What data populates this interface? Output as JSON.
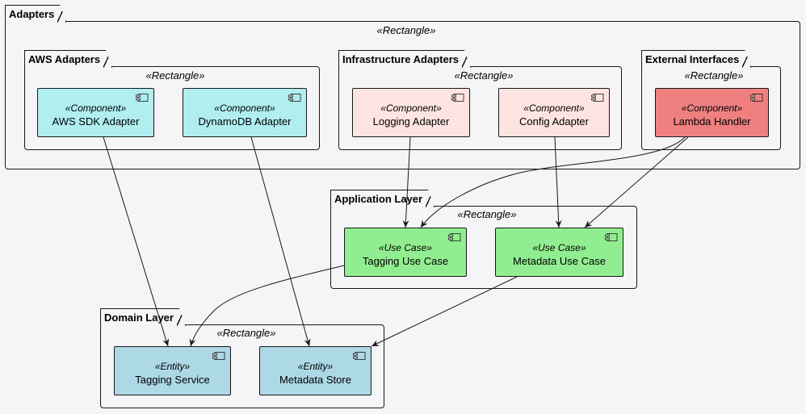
{
  "packages": {
    "adapters": {
      "title": "Adapters",
      "stereotype": "«Rectangle»"
    },
    "aws": {
      "title": "AWS Adapters",
      "stereotype": "«Rectangle»"
    },
    "infra": {
      "title": "Infrastructure Adapters",
      "stereotype": "«Rectangle»"
    },
    "external": {
      "title": "External Interfaces",
      "stereotype": "«Rectangle»"
    },
    "application": {
      "title": "Application Layer",
      "stereotype": "«Rectangle»"
    },
    "domain": {
      "title": "Domain Layer",
      "stereotype": "«Rectangle»"
    }
  },
  "nodes": {
    "aws_sdk": {
      "stereotype": "«Component»",
      "name": "AWS SDK Adapter",
      "fill": "#b0eef0"
    },
    "dynamodb": {
      "stereotype": "«Component»",
      "name": "DynamoDB Adapter",
      "fill": "#b0eef0"
    },
    "logging": {
      "stereotype": "«Component»",
      "name": "Logging Adapter",
      "fill": "#fde4e1"
    },
    "config": {
      "stereotype": "«Component»",
      "name": "Config Adapter",
      "fill": "#fde4e1"
    },
    "lambda": {
      "stereotype": "«Component»",
      "name": "Lambda Handler",
      "fill": "#f08080"
    },
    "tagging_uc": {
      "stereotype": "«Use Case»",
      "name": "Tagging Use Case",
      "fill": "#90ee90"
    },
    "metadata_uc": {
      "stereotype": "«Use Case»",
      "name": "Metadata Use Case",
      "fill": "#90ee90"
    },
    "tagging_svc": {
      "stereotype": "«Entity»",
      "name": "Tagging Service",
      "fill": "#add8e6"
    },
    "metadata_store": {
      "stereotype": "«Entity»",
      "name": "Metadata Store",
      "fill": "#add8e6"
    }
  },
  "edges": [
    {
      "from": "aws_sdk",
      "to": "tagging_svc"
    },
    {
      "from": "dynamodb",
      "to": "metadata_store"
    },
    {
      "from": "logging",
      "to": "tagging_uc"
    },
    {
      "from": "config",
      "to": "metadata_uc"
    },
    {
      "from": "lambda",
      "to": "tagging_uc"
    },
    {
      "from": "lambda",
      "to": "metadata_uc"
    },
    {
      "from": "tagging_uc",
      "to": "tagging_svc"
    },
    {
      "from": "metadata_uc",
      "to": "metadata_store"
    }
  ]
}
